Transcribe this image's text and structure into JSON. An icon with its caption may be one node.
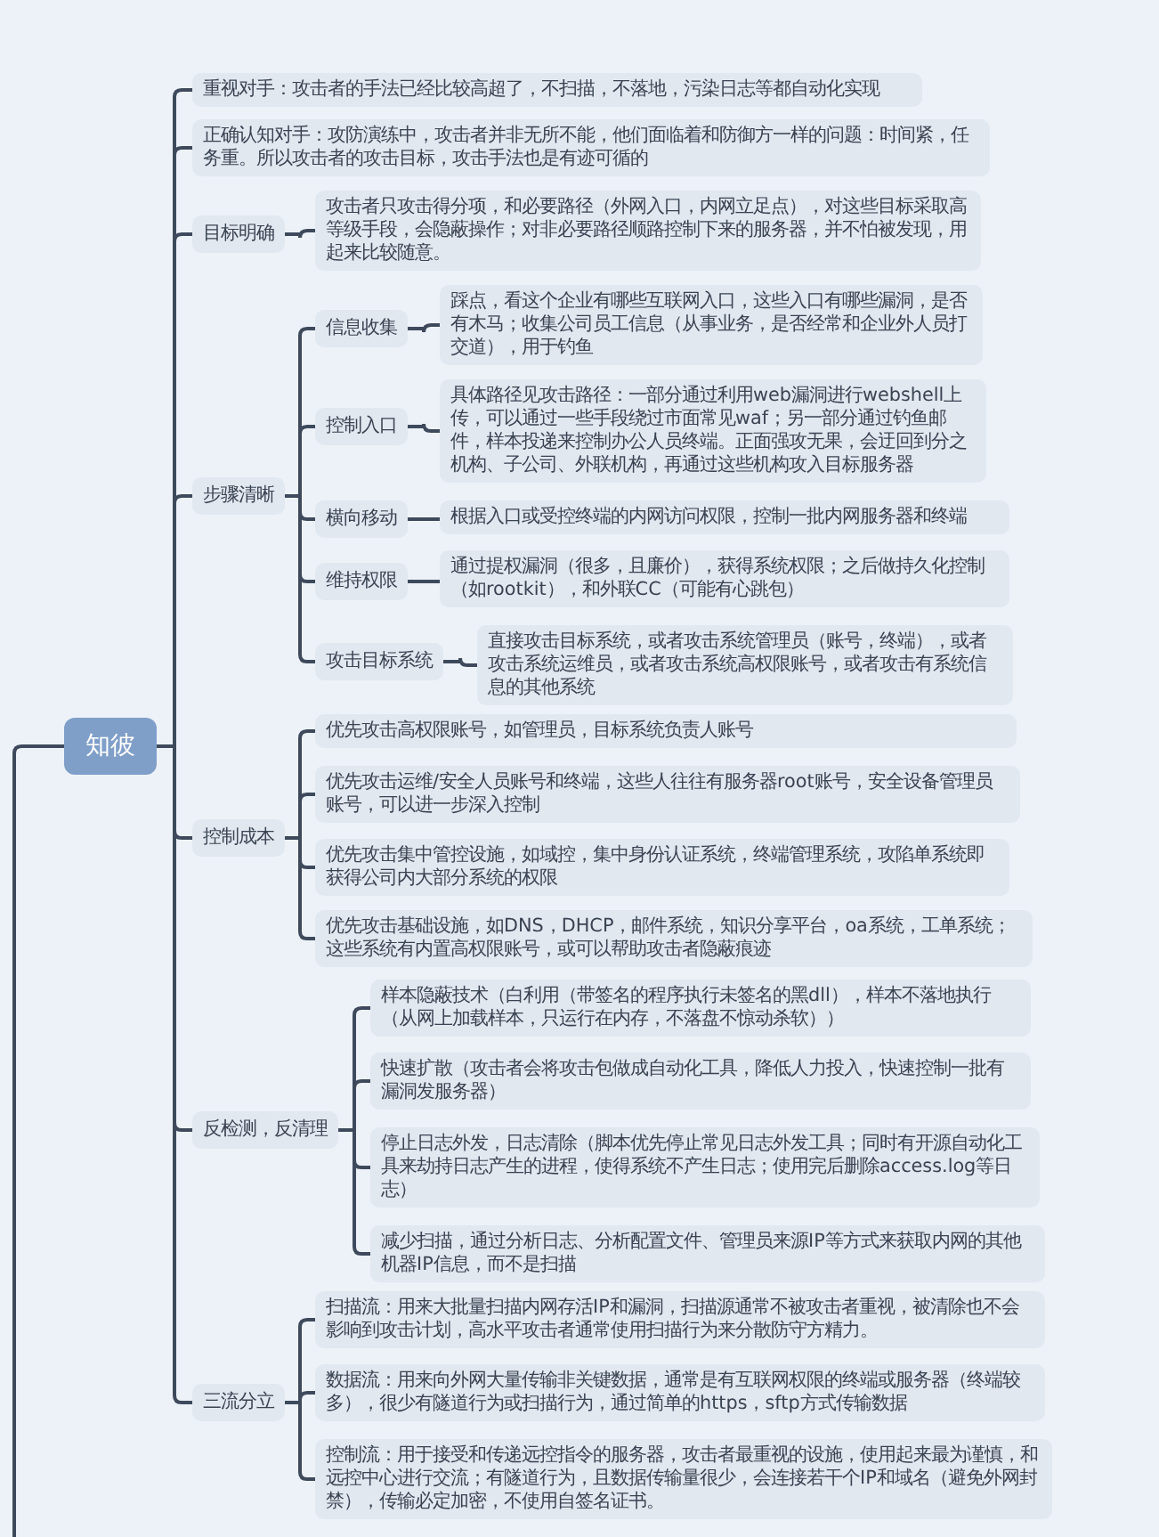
{
  "diagram": {
    "nodes": [
      {
        "text": [
          "知彼"
        ]
      },
      {
        "text": [
          "重视对手：攻击者的手法已经比较高超了，不扫描，不落地，污染日志等都自动化实现"
        ]
      },
      {
        "text": [
          "正确认知对手：攻防演练中，攻击者并非无所不能，他们面临着和防御方一样的问题：时间紧，任务重。所以攻击者的攻击目标，攻击手法也是有迹可循的"
        ]
      },
      {
        "text": [
          "目标明确"
        ]
      },
      {
        "text": [
          "攻击者只攻击得分项，和必要路径（外网入口，内网立足点），对这些目标采取高等级手段，会隐蔽操作；对非必要路径顺路控制下来的服务器，并不怕被发现，用起来比较随意。"
        ]
      },
      {
        "text": [
          "步骤清晰"
        ]
      },
      {
        "text": [
          "信息收集"
        ]
      },
      {
        "text": [
          "踩点，看这个企业有哪些互联网入口，这些入口有哪些漏洞，是否有木马；收集公司员工信息（从事业务，是否经常和企业外人员打交道），用于钓鱼"
        ]
      },
      {
        "text": [
          "控制入口"
        ]
      },
      {
        "text": [
          "具体路径见攻击路径：一部分通过利用web漏洞进行webshell上传，可以通过一些手段绕过市面常见waf；另一部分通过钓鱼邮件，样本投递来控制办公人员终端。正面强攻无果，会迂回到分之机构、子公司、外联机构，再通过这些机构攻入目标服务器"
        ]
      },
      {
        "text": [
          "横向移动"
        ]
      },
      {
        "text": [
          "根据入口或受控终端的内网访问权限，控制一批内网服务器和终端"
        ]
      },
      {
        "text": [
          "维持权限"
        ]
      },
      {
        "text": [
          "通过提权漏洞（很多，且廉价），获得系统权限；之后做持久化控制（如rootkit），和外联CC（可能有心跳包）"
        ]
      },
      {
        "text": [
          "攻击目标系统"
        ]
      },
      {
        "text": [
          "直接攻击目标系统，或者攻击系统管理员（账号，终端），或者攻击系统运维员，或者攻击系统高权限账号，或者攻击有系统信息的其他系统"
        ]
      },
      {
        "text": [
          "控制成本"
        ]
      },
      {
        "text": [
          "优先攻击高权限账号，如管理员，目标系统负责人账号"
        ]
      },
      {
        "text": [
          "优先攻击运维/安全人员账号和终端，这些人往往有服务器root账号，安全设备管理员账号，可以进一步深入控制"
        ]
      },
      {
        "text": [
          "优先攻击集中管控设施，如域控，集中身份认证系统，终端管理系统，攻陷单系统即获得公司内大部分系统的权限"
        ]
      },
      {
        "text": [
          "优先攻击基础设施，如DNS，DHCP，邮件系统，知识分享平台，oa系统，工单系统；这些系统有内置高权限账号，或可以帮助攻击者隐蔽痕迹"
        ]
      },
      {
        "text": [
          "反检测，反清理"
        ]
      },
      {
        "text": [
          "样本隐蔽技术（白利用（带签名的程序执行未签名的黑dll），样本不落地执行（从网上加载样本，只运行在内存，不落盘不惊动杀软））"
        ]
      },
      {
        "text": [
          "快速扩散（攻击者会将攻击包做成自动化工具，降低人力投入，快速控制一批有漏洞发服务器）"
        ]
      },
      {
        "text": [
          "停止日志外发，日志清除（脚本优先停止常见日志外发工具；同时有开源自动化工具来劫持日志产生的进程，使得系统不产生日志；使用完后删除access.log等日志）"
        ]
      },
      {
        "text": [
          "减少扫描，通过分析日志、分析配置文件、管理员来源IP等方式来获取内网的其他机器IP信息，而不是扫描"
        ]
      },
      {
        "text": [
          "三流分立"
        ]
      },
      {
        "text": [
          "扫描流：用来大批量扫描内网存活IP和漏洞，扫描源通常不被攻击者重视，被清除也不会影响到攻击计划，高水平攻击者通常使用扫描行为来分散防守方精力。"
        ]
      },
      {
        "text": [
          "数据流：用来向外网大量传输非关键数据，通常是有互联网权限的终端或服务器（终端较多），很少有隧道行为或扫描行为，通过简单的https，sftp方式传输数据"
        ]
      },
      {
        "text": [
          "控制流：用于接受和传递远控指令的服务器，攻击者最重视的设施，使用起来最为谨慎，和远控中心进行交流；有隧道行为，且数据传输量很少，会连接若干个IP和域名（避免外网封禁），传输必定加密，不使用自签名证书。"
        ]
      }
    ],
    "edges": [
      {
        "from": null,
        "to": 0,
        "arrow": "none"
      },
      {
        "from": 0,
        "to": 1,
        "arrow": "none"
      },
      {
        "from": 0,
        "to": 2,
        "arrow": "none"
      },
      {
        "from": 0,
        "to": 3,
        "arrow": "none"
      },
      {
        "from": 3,
        "to": 4,
        "arrow": "none"
      },
      {
        "from": 0,
        "to": 5,
        "arrow": "none"
      },
      {
        "from": 5,
        "to": 6,
        "arrow": "none"
      },
      {
        "from": 6,
        "to": 7,
        "arrow": "none"
      },
      {
        "from": 5,
        "to": 8,
        "arrow": "none"
      },
      {
        "from": 8,
        "to": 9,
        "arrow": "none"
      },
      {
        "from": 5,
        "to": 10,
        "arrow": "none"
      },
      {
        "from": 10,
        "to": 11,
        "arrow": "none"
      },
      {
        "from": 5,
        "to": 12,
        "arrow": "none"
      },
      {
        "from": 12,
        "to": 13,
        "arrow": "none"
      },
      {
        "from": 5,
        "to": 14,
        "arrow": "none"
      },
      {
        "from": 14,
        "to": 15,
        "arrow": "none"
      },
      {
        "from": 0,
        "to": 16,
        "arrow": "none"
      },
      {
        "from": 16,
        "to": 17,
        "arrow": "none"
      },
      {
        "from": 16,
        "to": 18,
        "arrow": "none"
      },
      {
        "from": 16,
        "to": 19,
        "arrow": "none"
      },
      {
        "from": 16,
        "to": 20,
        "arrow": "none"
      },
      {
        "from": 0,
        "to": 21,
        "arrow": "none"
      },
      {
        "from": 21,
        "to": 22,
        "arrow": "none"
      },
      {
        "from": 21,
        "to": 23,
        "arrow": "none"
      },
      {
        "from": 21,
        "to": 24,
        "arrow": "none"
      },
      {
        "from": 21,
        "to": 25,
        "arrow": "none"
      },
      {
        "from": 0,
        "to": 26,
        "arrow": "none"
      },
      {
        "from": 26,
        "to": 27,
        "arrow": "none"
      },
      {
        "from": 26,
        "to": 28,
        "arrow": "none"
      },
      {
        "from": 26,
        "to": 29,
        "arrow": "none"
      }
    ]
  }
}
